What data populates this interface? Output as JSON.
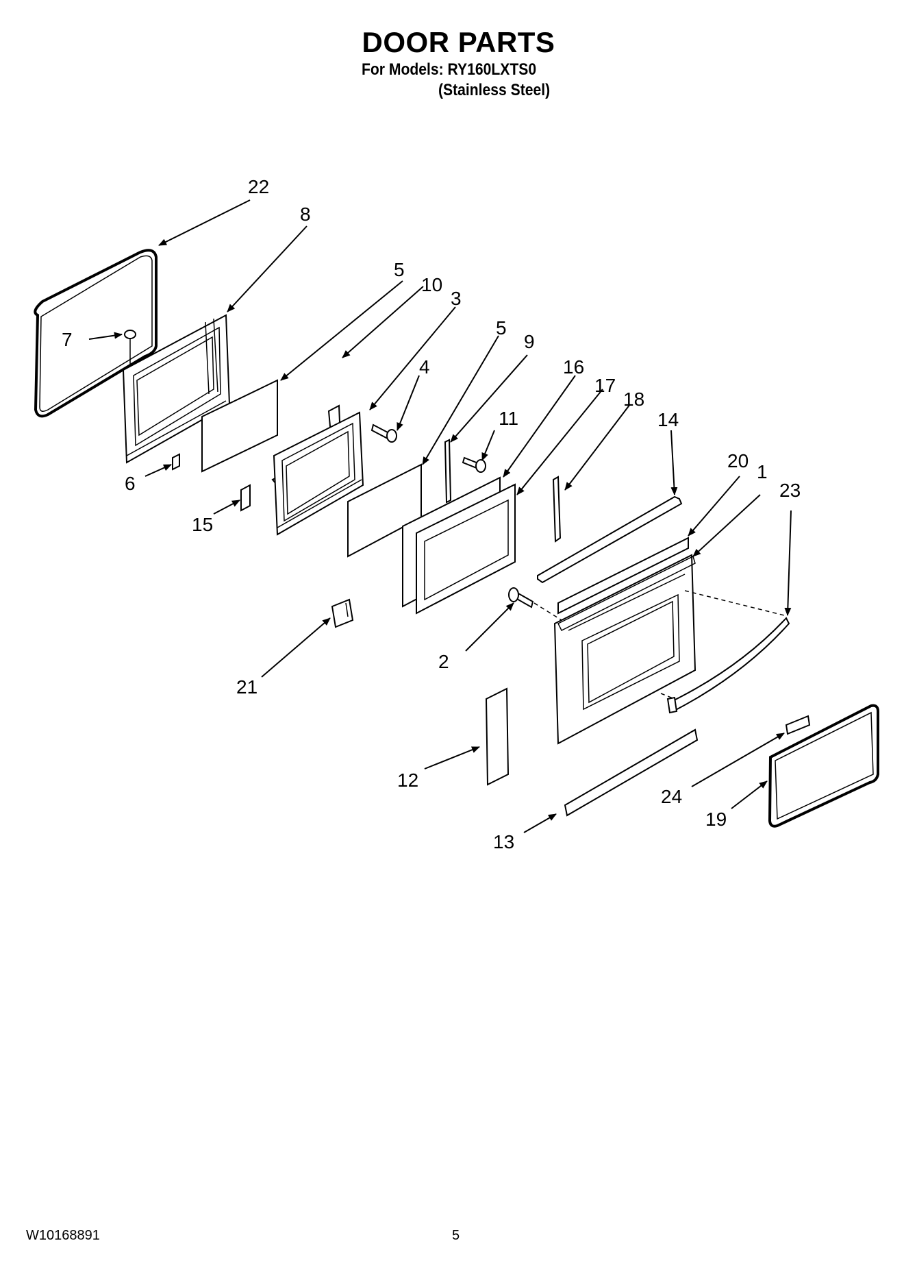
{
  "header": {
    "title": "DOOR PARTS",
    "models_line": "For Models: RY160LXTS0",
    "finish_line": "(Stainless Steel)"
  },
  "callouts": {
    "c1": "1",
    "c2": "2",
    "c3": "3",
    "c4": "4",
    "c5a": "5",
    "c5b": "5",
    "c6": "6",
    "c7": "7",
    "c8": "8",
    "c9": "9",
    "c10": "10",
    "c11": "11",
    "c12": "12",
    "c13": "13",
    "c14": "14",
    "c15": "15",
    "c16": "16",
    "c17": "17",
    "c18": "18",
    "c19": "19",
    "c20": "20",
    "c21": "21",
    "c22": "22",
    "c23": "23",
    "c24": "24"
  },
  "footer": {
    "doc_number": "W10168891",
    "page_number": "5"
  }
}
